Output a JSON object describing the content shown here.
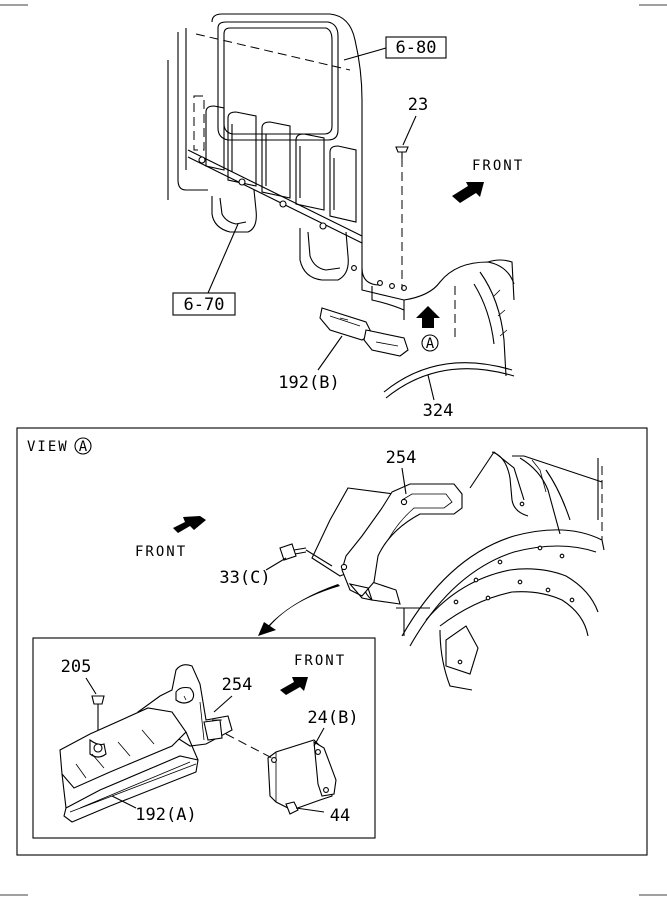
{
  "labels": {
    "ref_6_80": "6-80",
    "ref_6_70": "6-70",
    "part_23": "23",
    "front_top": "FRONT",
    "circle_a_top": "A",
    "part_192b": "192(B)",
    "part_324": "324",
    "view_a": "VIEW",
    "view_a_circle": "A",
    "part_254_main": "254",
    "front_mid": "FRONT",
    "part_33c": "33(C)",
    "part_205": "205",
    "part_254_inset": "254",
    "front_inset": "FRONT",
    "part_24b": "24(B)",
    "part_192a": "192(A)",
    "part_44": "44"
  }
}
